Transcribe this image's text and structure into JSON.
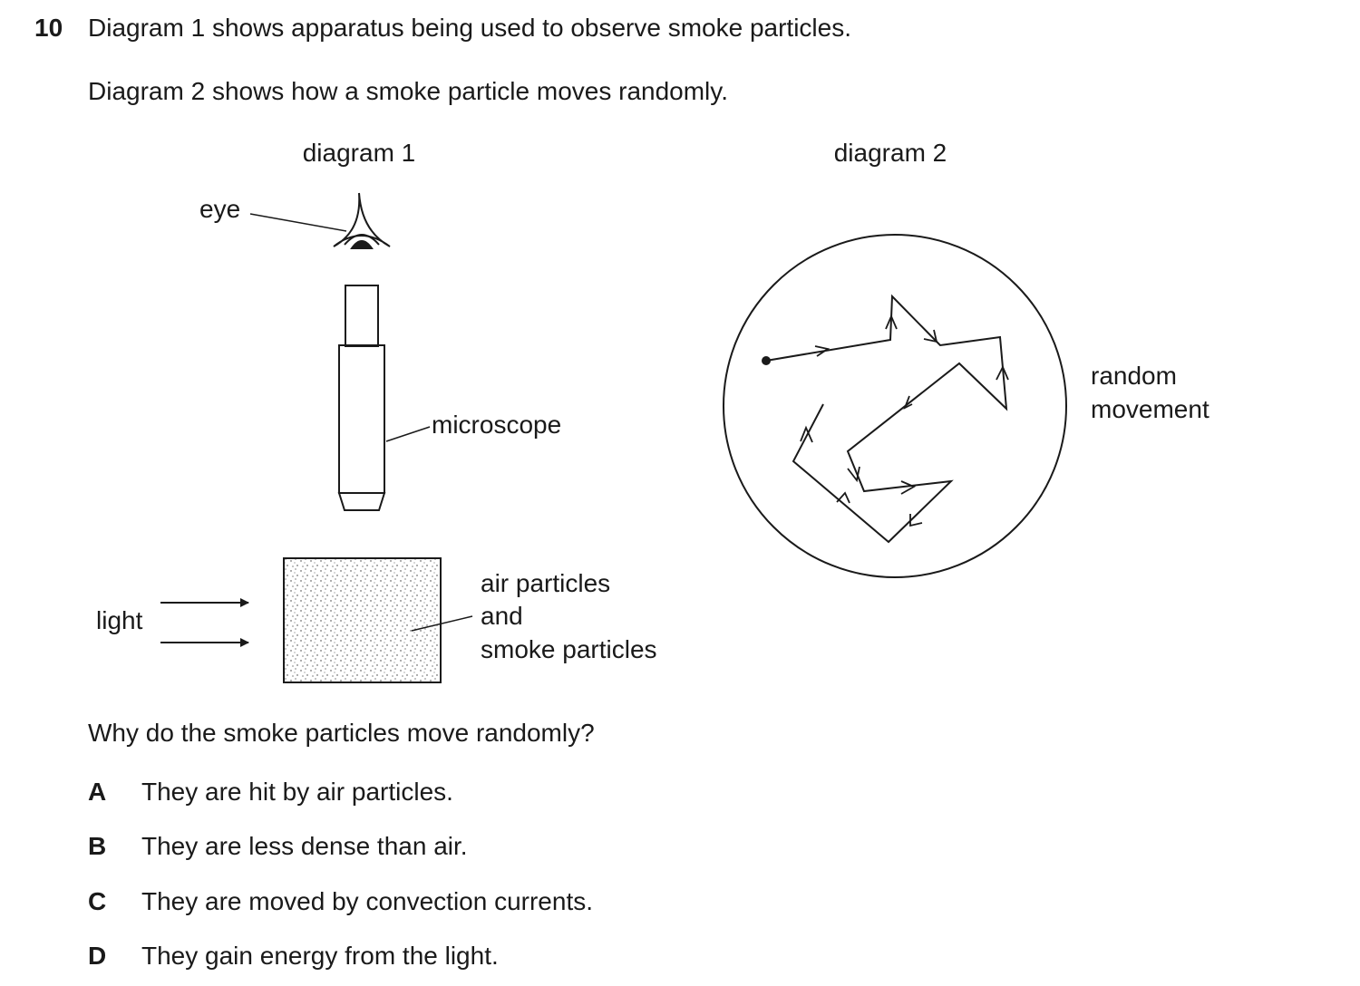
{
  "question": {
    "number": "10",
    "line1": "Diagram 1 shows apparatus being used to observe smoke particles.",
    "line2": "Diagram 2 shows how a smoke particle moves randomly.",
    "prompt": "Why do the smoke particles move randomly?"
  },
  "diagram1": {
    "title": "diagram 1",
    "labels": {
      "eye": "eye",
      "microscope": "microscope",
      "light": "light",
      "particles_line1": "air particles",
      "particles_line2": "and",
      "particles_line3": "smoke particles"
    }
  },
  "diagram2": {
    "title": "diagram 2",
    "labels": {
      "line1": "random",
      "line2": "movement"
    }
  },
  "options": [
    {
      "letter": "A",
      "text": "They are hit by air particles."
    },
    {
      "letter": "B",
      "text": "They are less dense than air."
    },
    {
      "letter": "C",
      "text": "They are moved by convection currents."
    },
    {
      "letter": "D",
      "text": "They gain energy from the light."
    }
  ]
}
